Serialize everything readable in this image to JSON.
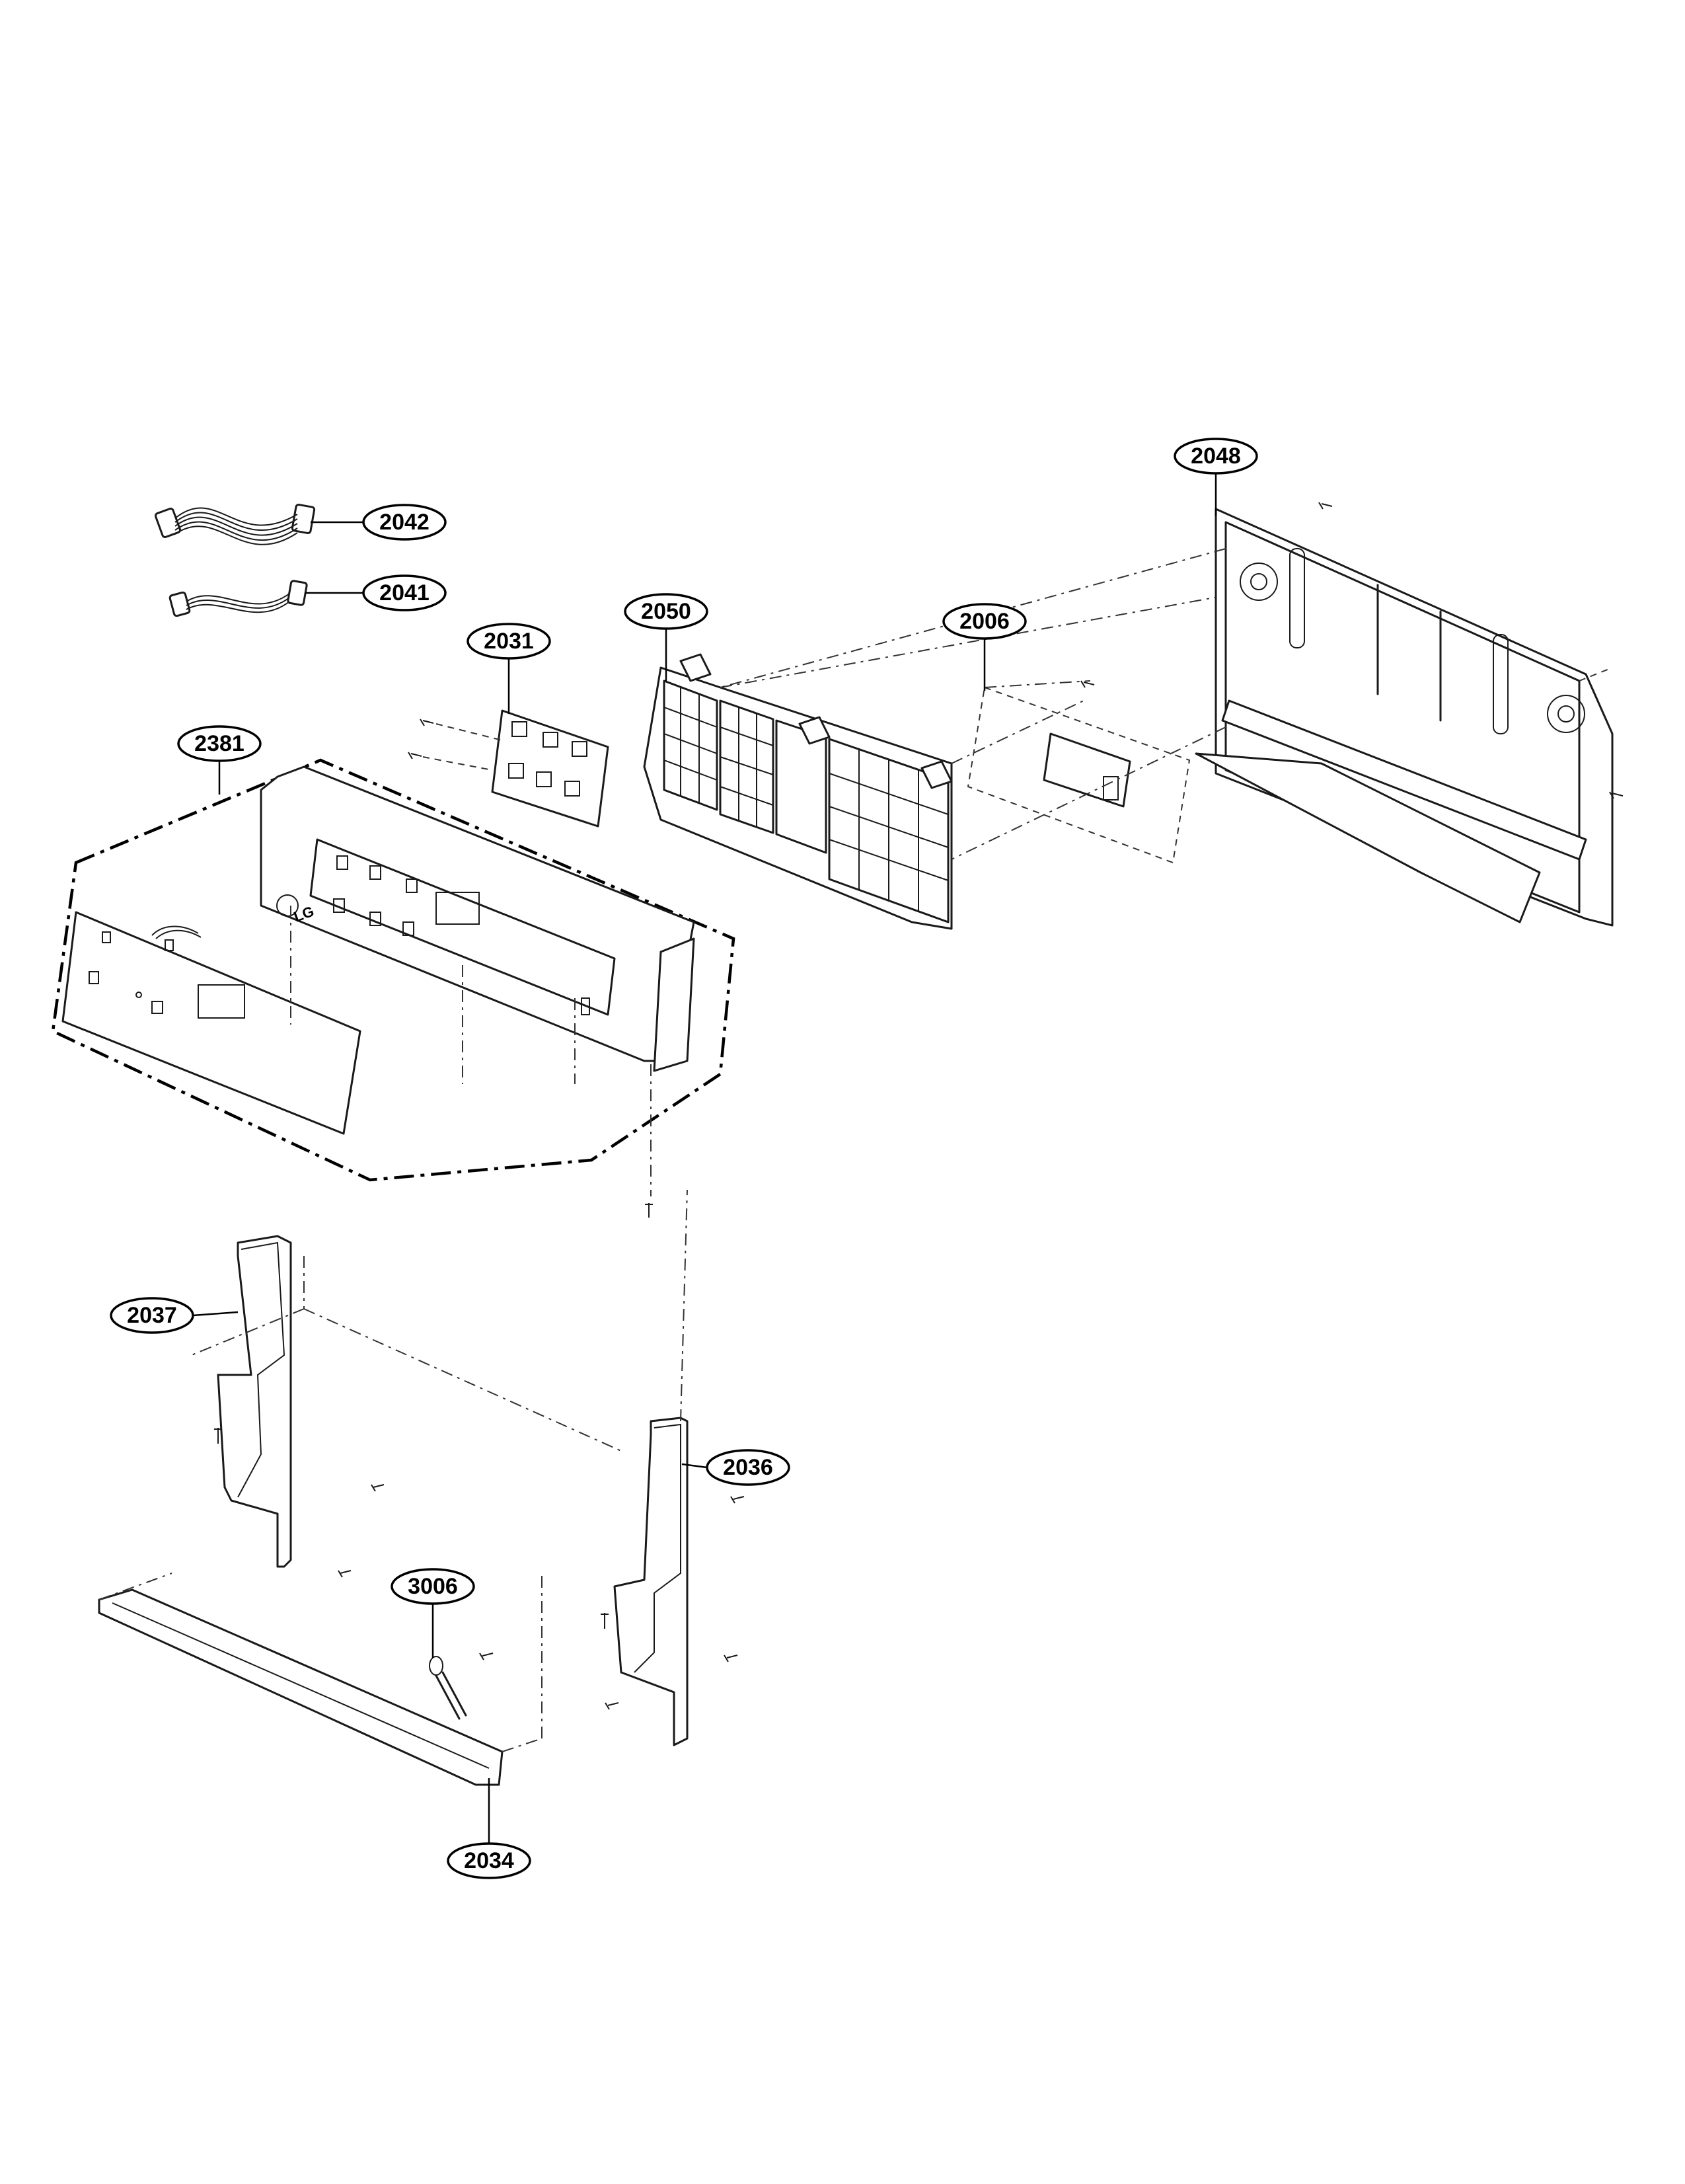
{
  "callouts": {
    "c2042": "2042",
    "c2041": "2041",
    "c2031": "2031",
    "c2050": "2050",
    "c2006": "2006",
    "c2048": "2048",
    "c2381": "2381",
    "c2037": "2037",
    "c2036": "2036",
    "c3006": "3006",
    "c2034": "2034"
  },
  "panel_logo": "LG"
}
